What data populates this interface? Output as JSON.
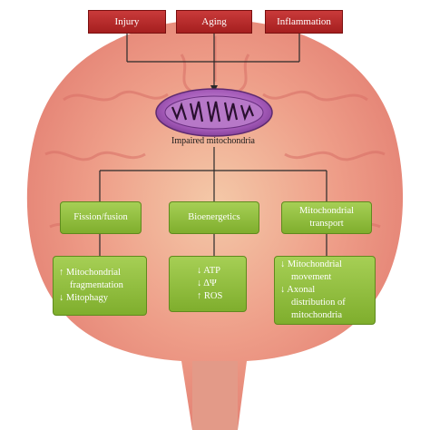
{
  "causes": [
    "Injury",
    "Aging",
    "Inflammation"
  ],
  "center_label": "Impaired mitochondria",
  "categories": [
    "Fission/fusion",
    "Bioenergetics",
    "Mitochondrial transport"
  ],
  "details": {
    "fission_fusion": [
      "↑ Mitochondrial",
      "fragmentation",
      "↓ Mitophagy"
    ],
    "bioenergetics": [
      "↓ ATP",
      "↓ ΔΨ",
      "↑ ROS"
    ],
    "transport": [
      "↓ Mitochondrial",
      "movement",
      "↓ Axonal",
      "distribution of",
      "mitochondria"
    ]
  },
  "colors": {
    "cause_box": "#b52a2a",
    "category_box": "#8fbd3d",
    "mitochondrion": "#9a4bb0",
    "background": "#e98a7e"
  }
}
